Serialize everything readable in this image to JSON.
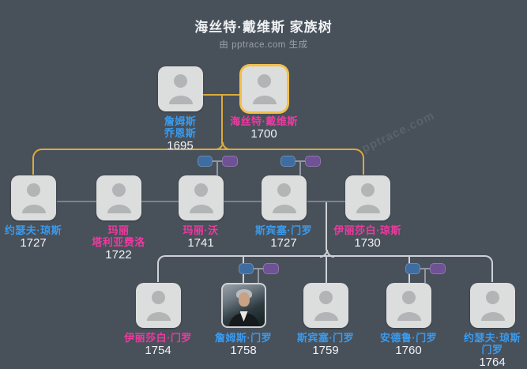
{
  "header": {
    "title": "海丝特·戴维斯 家族树",
    "subtitle": "由 pptrace.com 生成"
  },
  "watermark": "pptrace.com",
  "colors": {
    "background": "#48505a",
    "card_fill": "#dcdddd",
    "avatar": "#b2b4b5",
    "male_name": "#3a9bed",
    "female_name": "#ee3aa0",
    "year_text": "#f1f3f5",
    "highlight_border": "#f2c04a",
    "ancestor_line": "#dcab3c",
    "spouse_line": "#7d838b",
    "descendant_line": "#ced2d7",
    "marriage_icon_blue": "#3d6da1",
    "marriage_icon_purple": "#6f5195"
  },
  "people": [
    {
      "id": "james-jones",
      "line1": "詹姆斯",
      "line2": "乔恩斯",
      "year": "1695",
      "gender": "male"
    },
    {
      "id": "hester-davis",
      "line1": "海丝特·戴维斯",
      "line2": "",
      "year": "1700",
      "gender": "female",
      "highlighted": true
    },
    {
      "id": "joseph-jones",
      "line1": "约瑟夫·琼斯",
      "line2": "",
      "year": "1727",
      "gender": "male"
    },
    {
      "id": "mary-taliaferro",
      "line1": "玛丽",
      "line2": "塔利亚费洛",
      "year": "1722",
      "gender": "female"
    },
    {
      "id": "mary-wo",
      "line1": "玛丽·沃",
      "line2": "",
      "year": "1741",
      "gender": "female"
    },
    {
      "id": "spence-monroe",
      "line1": "斯宾塞·门罗",
      "line2": "",
      "year": "1727",
      "gender": "male"
    },
    {
      "id": "elizabeth-jones",
      "line1": "伊丽莎白·琼斯",
      "line2": "",
      "year": "1730",
      "gender": "female"
    },
    {
      "id": "elizabeth-monroe",
      "line1": "伊丽莎白·门罗",
      "line2": "",
      "year": "1754",
      "gender": "female"
    },
    {
      "id": "james-monroe",
      "line1": "詹姆斯·门罗",
      "line2": "",
      "year": "1758",
      "gender": "male",
      "portrait": true
    },
    {
      "id": "spence-monroe-jr",
      "line1": "斯宾塞·门罗",
      "line2": "",
      "year": "1759",
      "gender": "male"
    },
    {
      "id": "andrew-monroe",
      "line1": "安德鲁·门罗",
      "line2": "",
      "year": "1760",
      "gender": "male"
    },
    {
      "id": "joseph-jones-monroe",
      "line1": "约瑟夫·琼斯",
      "line2": "门罗",
      "year": "1764",
      "gender": "male"
    }
  ]
}
